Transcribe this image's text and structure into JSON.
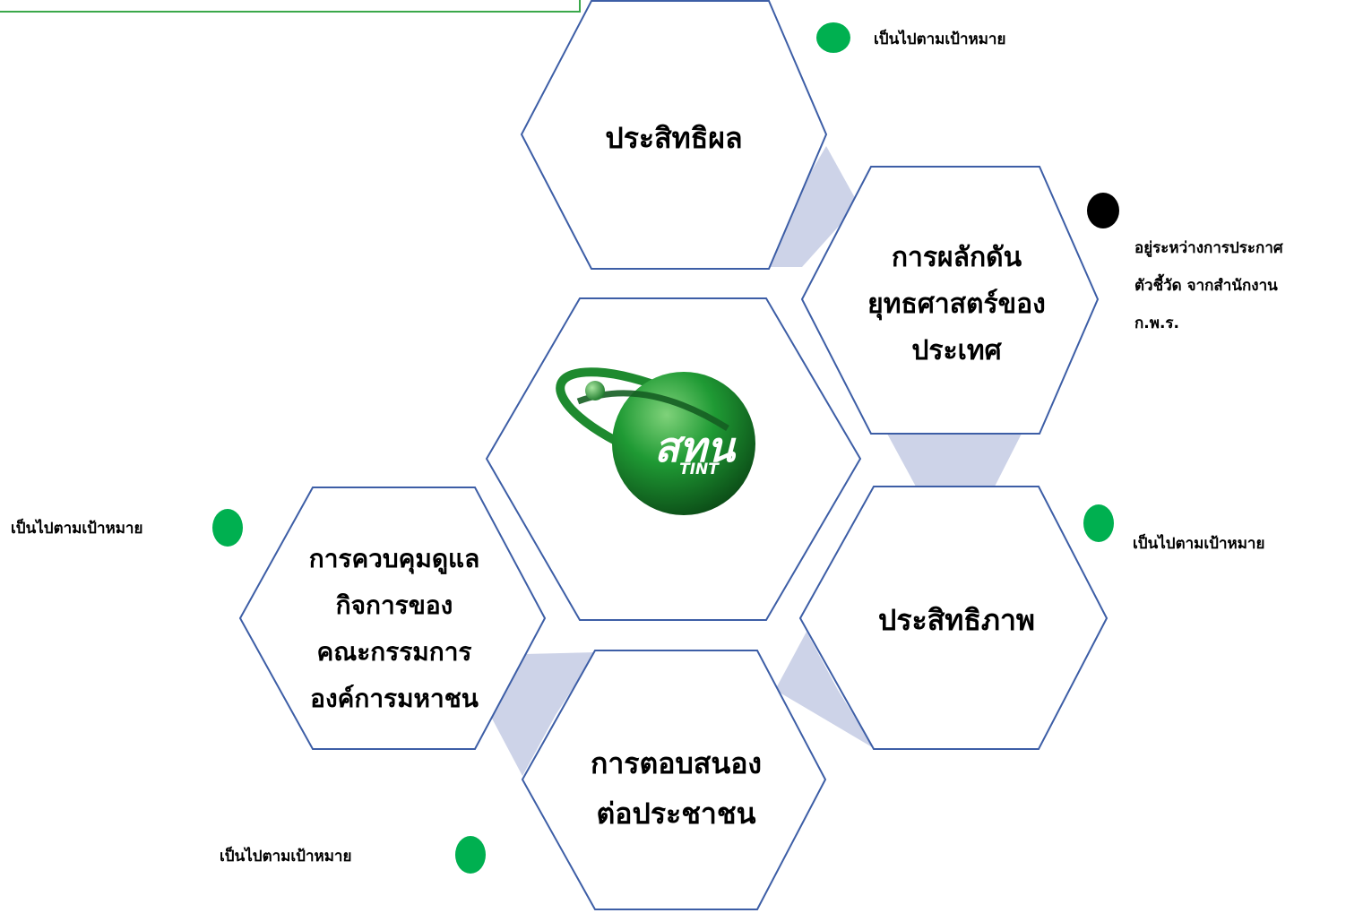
{
  "hexagons": {
    "center": {
      "logo": {
        "name": "สทน",
        "sub": "TINT"
      }
    },
    "efficiency_result": {
      "label": "ประสิทธิผล"
    },
    "strategy": {
      "label": "การผลักดัน\nยุทธศาสตร์ของ\nประเทศ"
    },
    "efficiency": {
      "label": "ประสิทธิภาพ"
    },
    "responsiveness": {
      "label": "การตอบสนอง\nต่อประชาชน"
    },
    "governance": {
      "label": "การควบคุมดูแล\nกิจการของ\nคณะกรรมการ\nองค์การมหาชน"
    }
  },
  "statuses": {
    "efficiency_result": {
      "text": "เป็นไปตามเป้าหมาย",
      "color": "#00b050"
    },
    "strategy": {
      "text": "อยู่ระหว่างการประกาศ\nตัวชี้วัด จากสำนักงาน\nก.พ.ร.",
      "color": "#000000"
    },
    "efficiency": {
      "text": "เป็นไปตามเป้าหมาย",
      "color": "#00b050"
    },
    "responsiveness": {
      "text": "เป็นไปตามเป้าหมาย",
      "color": "#00b050"
    },
    "governance": {
      "text": "เป็นไปตามเป้าหมาย",
      "color": "#00b050"
    }
  },
  "colors": {
    "hex_border": "#3d5ea6",
    "connector": "#cdd3e8",
    "logo_green": "#1e8a2f"
  }
}
